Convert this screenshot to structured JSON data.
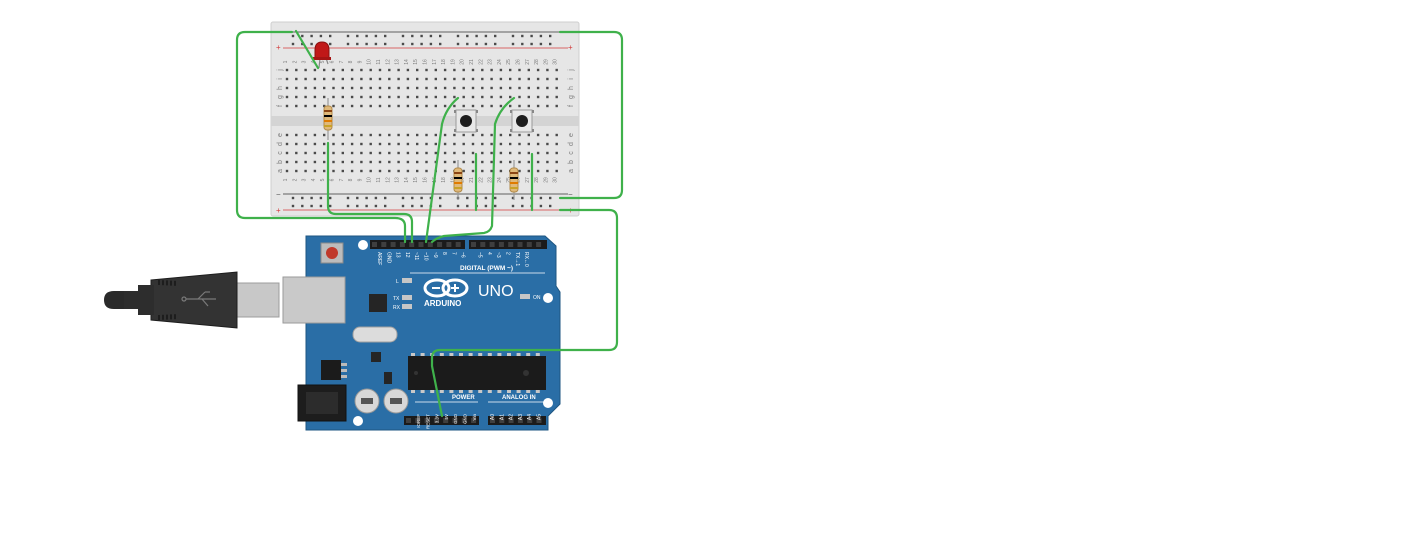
{
  "colors": {
    "board": "#2a6ea6",
    "board_edge": "#1e5682",
    "wire": "#3fb14b",
    "breadboard": "#e8e8e8",
    "rail_red": "#d33c3c",
    "rail_black": "#333333",
    "led": "#c01818"
  },
  "board": {
    "brand": "ARDUINO",
    "model": "UNO",
    "digital_label": "DIGITAL (PWM ~)",
    "power_label": "POWER",
    "analog_label": "ANALOG IN",
    "on_label": "ON",
    "led_l": "L",
    "led_tx": "TX",
    "led_rx": "RX",
    "digital_pins": [
      "AREF",
      "GND",
      "13",
      "12",
      "~11",
      "~10",
      "~9",
      "8",
      "7",
      "~6",
      "~5",
      "4",
      "~3",
      "2",
      "TX→1",
      "RX←0"
    ],
    "power_pins": [
      "IOREF",
      "RESET",
      "3.3V",
      "5V",
      "GND",
      "GND",
      "Vin"
    ],
    "analog_pins": [
      "A0",
      "A1",
      "A2",
      "A3",
      "A4",
      "A5"
    ]
  },
  "breadboard": {
    "rail_plus": "+",
    "rail_minus": "−",
    "top_row_letters": [
      "j",
      "i",
      "h",
      "g",
      "f"
    ],
    "bottom_row_letters": [
      "e",
      "d",
      "c",
      "b",
      "a"
    ],
    "column_numbers": [
      "1",
      "2",
      "3",
      "4",
      "5",
      "6",
      "7",
      "8",
      "9",
      "10",
      "11",
      "12",
      "13",
      "14",
      "15",
      "16",
      "17",
      "18",
      "19",
      "20",
      "21",
      "22",
      "23",
      "24",
      "25",
      "26",
      "27",
      "28",
      "29",
      "30"
    ]
  },
  "components": {
    "led": "red-led",
    "resistors": [
      "resistor-led",
      "resistor-button-1",
      "resistor-button-2"
    ],
    "buttons": [
      "pushbutton-1",
      "pushbutton-2"
    ],
    "usb": "usb-cable"
  }
}
